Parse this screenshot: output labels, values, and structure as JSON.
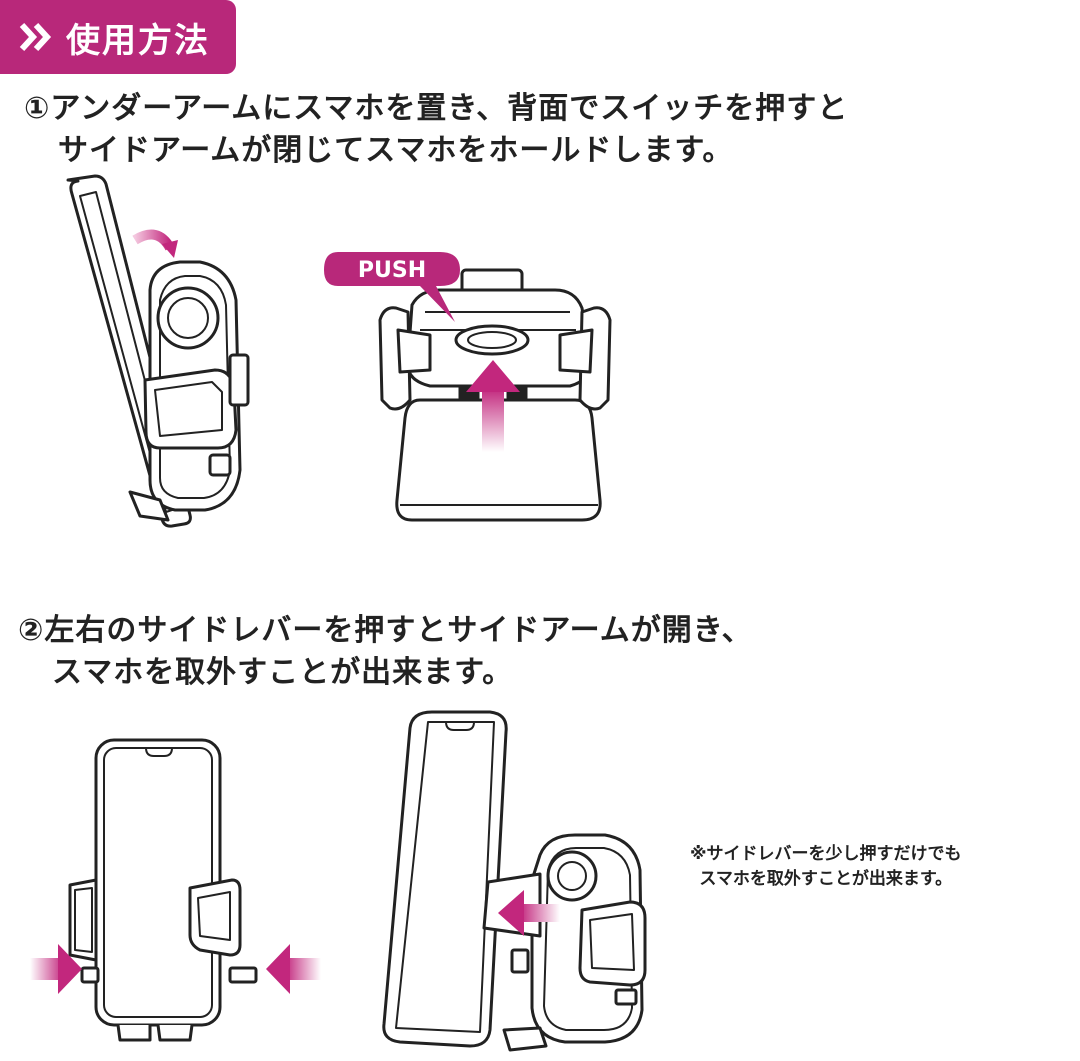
{
  "header": {
    "title": "使用方法",
    "icon": "double-chevron-icon",
    "accent_color": "#b8287a"
  },
  "step1": {
    "line1": "①アンダーアームにスマホを置き、背面でスイッチを押すと",
    "line2": "サイドアームが閉じてスマホをホールドします。",
    "callout_label": "PUSH"
  },
  "step2": {
    "line1": "②左右のサイドレバーを押すとサイドアームが開き、",
    "line2": "スマホを取外すことが出来ます。"
  },
  "note": {
    "line1": "※サイドレバーを少し押すだけでも",
    "line2": "スマホを取外すことが出来ます。"
  },
  "arrow_gradient": [
    "#ffffff",
    "#c2277d"
  ]
}
